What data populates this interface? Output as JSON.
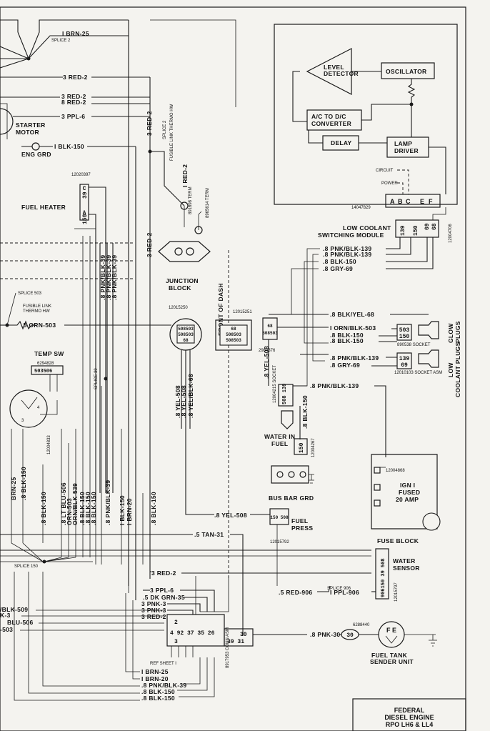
{
  "wire_labels": {
    "brn25_top": "I BRN-25",
    "red2_a": "3 RED-2",
    "red2_b": "3 RED-2",
    "red2_c": "8 RED-2",
    "ppl6": "3 PPL-6",
    "blk150_top": "I BLK-150",
    "red2_v1": "3 RED-2",
    "red2_v2": "I RED-2",
    "red2_v3": "3 RED-2",
    "orn503": ".5 ORN-503",
    "pnk_blk_v1": ".8 PNK/BLK-39",
    "pnk_blk_v2": ".8 PNK/BLK-39",
    "pnk_blk_v3": ".8 PNK/BLK-39",
    "yel508_v1": ".8 YEL-508",
    "yel508_v2": ".8 YEL-508",
    "yel_blk68_v": ".8 YEL/BLK-68",
    "lc_pnk139_1": ".8 PNK/BLK-139",
    "lc_pnk139_2": ".8 PNK/BLK-139",
    "lc_blk150": ".8 BLK-150",
    "lc_gry69": ".8 GRY-69",
    "blk_yel68": ".8 BLK/YEL-68",
    "orn_blk503": "I ORN/BLK-503",
    "gp_blk150_1": ".8 BLK-150",
    "gp_blk150_2": ".8 BLK-150",
    "lc2_pnk139": ".8 PNK/BLK-139",
    "lc2_gry69": ".8 GRY-69",
    "yel508_wif": ".8 YEL-508",
    "pnk139_wif": ".8 PNK/BLK-139",
    "blk150_wif": ".8 BLK-150",
    "brn25_v": "BRN-25",
    "blk150_v1": ".8 BLK-150",
    "blk150_v2": ".8 BLK-150",
    "lt_blu506": ".8 LT BLU-506",
    "orn503_v": "ORN-503",
    "orn_blk539": "ORN/BLK-539",
    "blk150_v3": ".8 BLK-150",
    "blk150_v4": ".8 BLK-150",
    "blk150_v5": ".8 BLK-150",
    "pnk_blk39_v4": ".8 PNK/BLK-39",
    "blk150_v6": "I BLK-150",
    "brn20_v": "I BRN-20",
    "blk150_v7": ".8 BLK-150",
    "yel508_fp": ".8 YEL-508",
    "tan31": ".5 TAN-31",
    "red2_low": "3 RED-2",
    "ppl6_low": "3 PPL-6",
    "dk_grn35": ".5 DK GRN-35",
    "pnk3_a": "3 PNK-3",
    "pnk3_b": "3 PNK-3",
    "red2_low2": "3 RED-2",
    "red906": ".5 RED-906",
    "ppl906": "I PPL-906",
    "pnk30": ".8 PNK-30",
    "blk509": "/BLK-509",
    "k3": "K-3",
    "blu506": "BLU-506",
    "x503": "-503",
    "brn25_bot": "I BRN-25",
    "brn20_bot": "I BRN-20",
    "pnk_blk39_bot": ".8 PNK/BLK-39",
    "blk150_bot1": ".8 BLK-150",
    "blk150_bot2": ".8 BLK-150"
  },
  "labels": {
    "splice2_top": "SPLICE 2",
    "starter_motor_1": "STARTER",
    "starter_motor_2": "MOTOR",
    "eng_grd": "ENG GRD",
    "fuel_heater": "FUEL HEATER",
    "fuel_heater_pn": "12020397",
    "splice2_v": "SPLICE 2",
    "fusible_link_v": "FUSIBLE LINK THERMO HW",
    "term1": "891698 TERM",
    "term2": "8965614 TERM",
    "junction_block_1": "JUNCTION",
    "junction_block_2": "BLOCK",
    "front_of_dash": "FRONT OF DASH",
    "splice503": "SPLICE 503",
    "fusible_link_h1": "FUSIBLE LINK",
    "fusible_link_h2": "THERMO HW",
    "temp_sw": "TEMP SW",
    "temp_sw_pn": "6294828",
    "temp_sw_pins": "503506",
    "splice39": "SPLICE 39",
    "pn_12015250": "12015250",
    "pn_12015251": "12015251",
    "pn_12004833": "12004833",
    "level_detector_1": "LEVEL",
    "level_detector_2": "DETECTOR",
    "oscillator": "OSCILLATOR",
    "adc_1": "A/C TO D/C",
    "adc_2": "CONVERTER",
    "delay": "DELAY",
    "lamp_driver_1": "LAMP",
    "lamp_driver_2": "DRIVER",
    "circuit": "CIRCUIT",
    "power": "POWER",
    "pins_abcef": [
      "A",
      "B",
      "C",
      "E",
      "F"
    ],
    "pn_14047829": "14047829",
    "lc_module_1": "LOW COOLANT",
    "lc_module_2": "SWITCHING MODULE",
    "lc_pins": [
      "139",
      "150",
      "69",
      "68"
    ],
    "pn_12004706": "12004706",
    "glow_plugs_1": "GLOW",
    "glow_plugs_2": "PLUGS",
    "low_coolant_1": "LOW",
    "low_coolant_2": "COOLANT PLUGS",
    "socket_890538": "890538 SOCKET",
    "socket_asm": "12010103 SOCKET ASM",
    "pn_2984376": "2984376",
    "pn_12004215": "12004215 SOCKET",
    "water_in_fuel_1": "WATER IN",
    "water_in_fuel_2": "FUEL",
    "pn_12004267": "12004267",
    "bus_bar_grd": "BUS BAR GRD",
    "pn_12004868": "12004868",
    "ign_fused_1": "IGN I",
    "ign_fused_2": "FUSED",
    "ign_fused_3": "20 AMP",
    "fuse_block": "FUSE BLOCK",
    "fuel_press_1": "FUEL",
    "fuel_press_2": "PRESS",
    "pn_12015792": "12015792",
    "water_sensor_1": "WATER",
    "water_sensor_2": "SENSOR",
    "pn_12015797": "12015797",
    "splice906": "SPLICE 906",
    "splice150": "SPLICE 150",
    "pn_6288440": "6288440",
    "fuel_tank_1": "FUEL TANK",
    "fuel_tank_2": "SENDER UNIT",
    "ref_sheet": "REF SHEET I",
    "pn_8917953": "8917953 CONN ASM",
    "title_1": "FEDERAL",
    "title_2": "DIESEL ENGINE",
    "title_3": "RPO LH6 & LL4",
    "conn_39": "39",
    "conn_150": "150",
    "pin_30": "30",
    "fe": "F E"
  }
}
